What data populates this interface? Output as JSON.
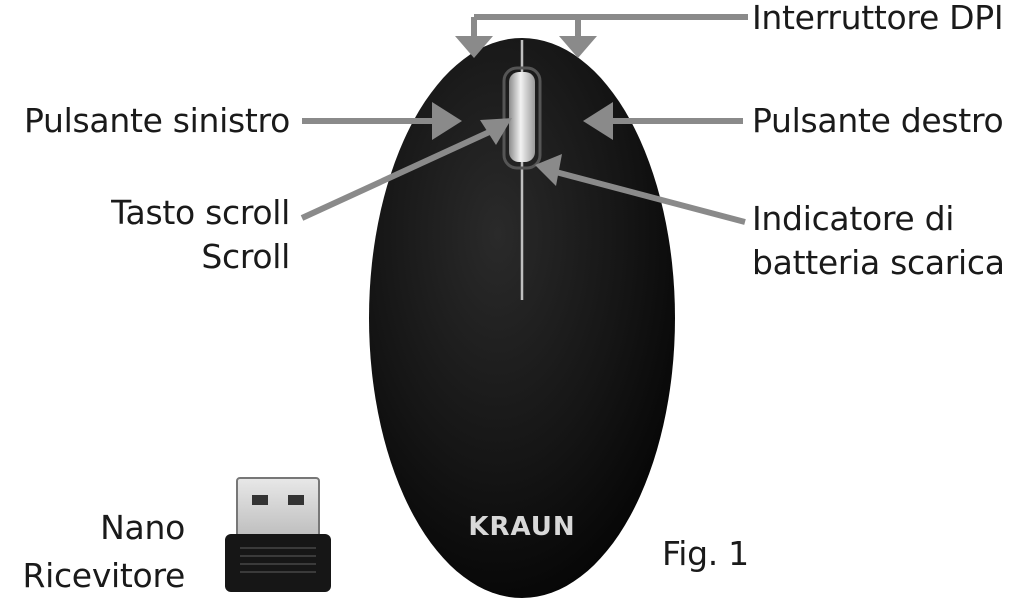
{
  "labels": {
    "dpi_switch": "Interruttore DPI",
    "left_button": "Pulsante sinistro",
    "right_button": "Pulsante destro",
    "scroll_key_line1": "Tasto scroll",
    "scroll_key_line2": "Scroll",
    "battery_line1": "Indicatore di",
    "battery_line2": "batteria scarica",
    "nano_line1": "Nano",
    "nano_line2": "Ricevitore",
    "figure": "Fig. 1"
  },
  "brand": "KRAUN",
  "colors": {
    "mouse_body": "#111111",
    "arrow": "#8a8a8a",
    "text": "#1a1a1a",
    "scroll_wheel": "#d9d9d9"
  }
}
